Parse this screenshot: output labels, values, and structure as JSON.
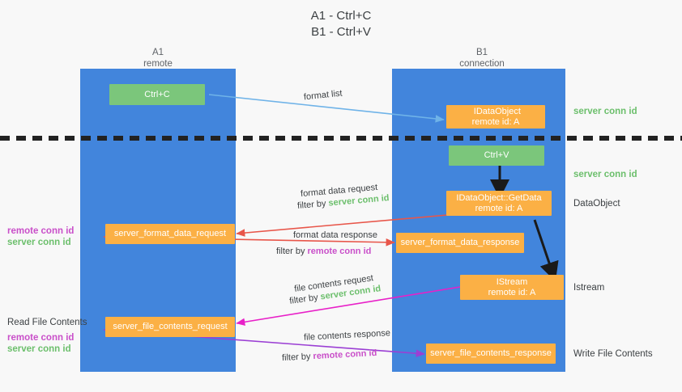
{
  "title": {
    "line1": "A1 - Ctrl+C",
    "line2": "B1 - Ctrl+V"
  },
  "columns": [
    {
      "name": "A1",
      "sub": "remote"
    },
    {
      "name": "B1",
      "sub": "connection"
    }
  ],
  "boxes": {
    "ctrl_c": {
      "label": "Ctrl+C",
      "color": "#7bc67b"
    },
    "ctrl_v": {
      "label": "Ctrl+V",
      "color": "#7bc67b"
    },
    "format_list_obj": {
      "line1": "  IDataObject",
      "line2": "remote id: A",
      "color": "#fbb045"
    },
    "getdata_obj": {
      "line1": "IDataObject::GetData",
      "line2": "remote id: A",
      "color": "#fbb045"
    },
    "istream_obj": {
      "line1": "IStream",
      "line2": "remote id: A",
      "color": "#fbb045"
    },
    "server_format_data_request": {
      "line1": "server_format_data_request",
      "color": "#fbb045"
    },
    "server_format_data_response": {
      "line1": "server_format_data_response",
      "color": "#fbb045"
    },
    "server_file_contents_request": {
      "line1": "server_file_contents_request",
      "color": "#fbb045"
    },
    "server_file_contents_response": {
      "line1": "server_file_contents_response",
      "color": "#fbb045"
    }
  },
  "arrow_labels": {
    "format_list": "format list",
    "format_data_request": "format data request",
    "format_data_request_filter_prefix": "filter by ",
    "format_data_request_filter_value": "server conn id",
    "format_data_response": "format data response",
    "format_data_response_filter_prefix": "filter by ",
    "format_data_response_filter_value": "remote conn id",
    "file_contents_request": "file contents request",
    "file_contents_request_filter_prefix": "filter by ",
    "file_contents_request_filter_value": "server conn id",
    "file_contents_response": "file contents response",
    "file_contents_response_filter_prefix": "filter by ",
    "file_contents_response_filter_value": "remote conn id"
  },
  "right_labels": {
    "server_conn_id_top": "server conn id",
    "server_conn_id_mid": "server conn id",
    "data_object": "DataObject",
    "istream": "Istream",
    "write_file_contents": "Write File Contents"
  },
  "left_labels": {
    "remote_conn_id_1": "remote conn id",
    "server_conn_id_1": "server conn id",
    "read_file_contents": "Read File Contents",
    "remote_conn_id_2": "remote conn id",
    "server_conn_id_2": "server conn id"
  },
  "colors": {
    "lane": "#4285dc",
    "green_box": "#7bc67b",
    "orange_box": "#fbb045",
    "green_text": "#6cbf6c",
    "purple_text": "#c94fc9",
    "blue_arrow": "#6fb3e8",
    "red_arrow": "#e8564a",
    "magenta_arrow": "#e820c8",
    "purple_arrow": "#9b3fd4",
    "black_arrow": "#1a1a1a",
    "background": "#f8f8f8"
  }
}
